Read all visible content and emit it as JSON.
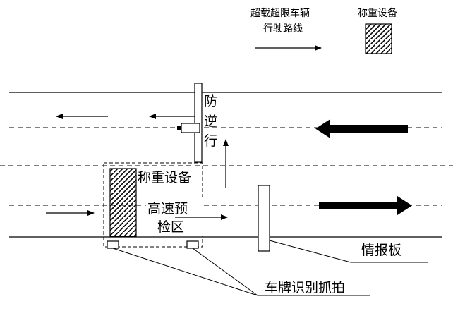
{
  "legend": {
    "route_label_line1": "超载超限车辆",
    "route_label_line2": "行驶路线",
    "weigh_label": "称重设备"
  },
  "labels": {
    "anti_reverse_1": "防",
    "anti_reverse_2": "逆",
    "anti_reverse_3": "行",
    "weigh_device": "称重设备",
    "precheck_line1": "高速预",
    "precheck_line2": "检区",
    "info_board": "情报板",
    "plate_capture": "车牌识别抓拍"
  },
  "colors": {
    "stroke": "#000000",
    "background": "#ffffff"
  }
}
